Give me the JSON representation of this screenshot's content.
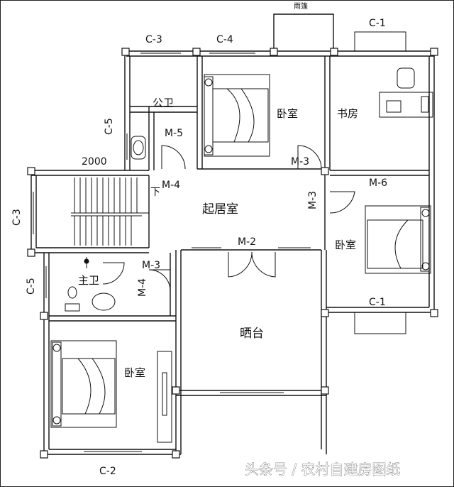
{
  "rooms": {
    "living": "起居室",
    "bedroom_top": "卧室",
    "study": "书房",
    "bedroom_right": "卧室",
    "public_bath": "公卫",
    "master_bath": "主卫",
    "balcony": "晒台",
    "bedroom_bottom": "卧室"
  },
  "windows": {
    "c3_top": "C-3",
    "c4_top": "C-4",
    "c1_top": "C-1",
    "c5_left_upper": "C-5",
    "c3_left": "C-3",
    "c5_left_lower": "C-5",
    "c1_right": "C-1",
    "c2_bottom": "C-2"
  },
  "doors": {
    "m5": "M-5",
    "m3_upper": "M-3",
    "m4_upper": "M-4",
    "m3_right": "M-3",
    "m6": "M-6",
    "m2": "M-2",
    "m3_lower": "M-3",
    "m4_lower": "M-4"
  },
  "misc": {
    "dimension_2000": "2000",
    "stair_down": "下",
    "top_cut_label": "雨篷"
  },
  "watermark": "头条号 / 农村自建房图纸"
}
